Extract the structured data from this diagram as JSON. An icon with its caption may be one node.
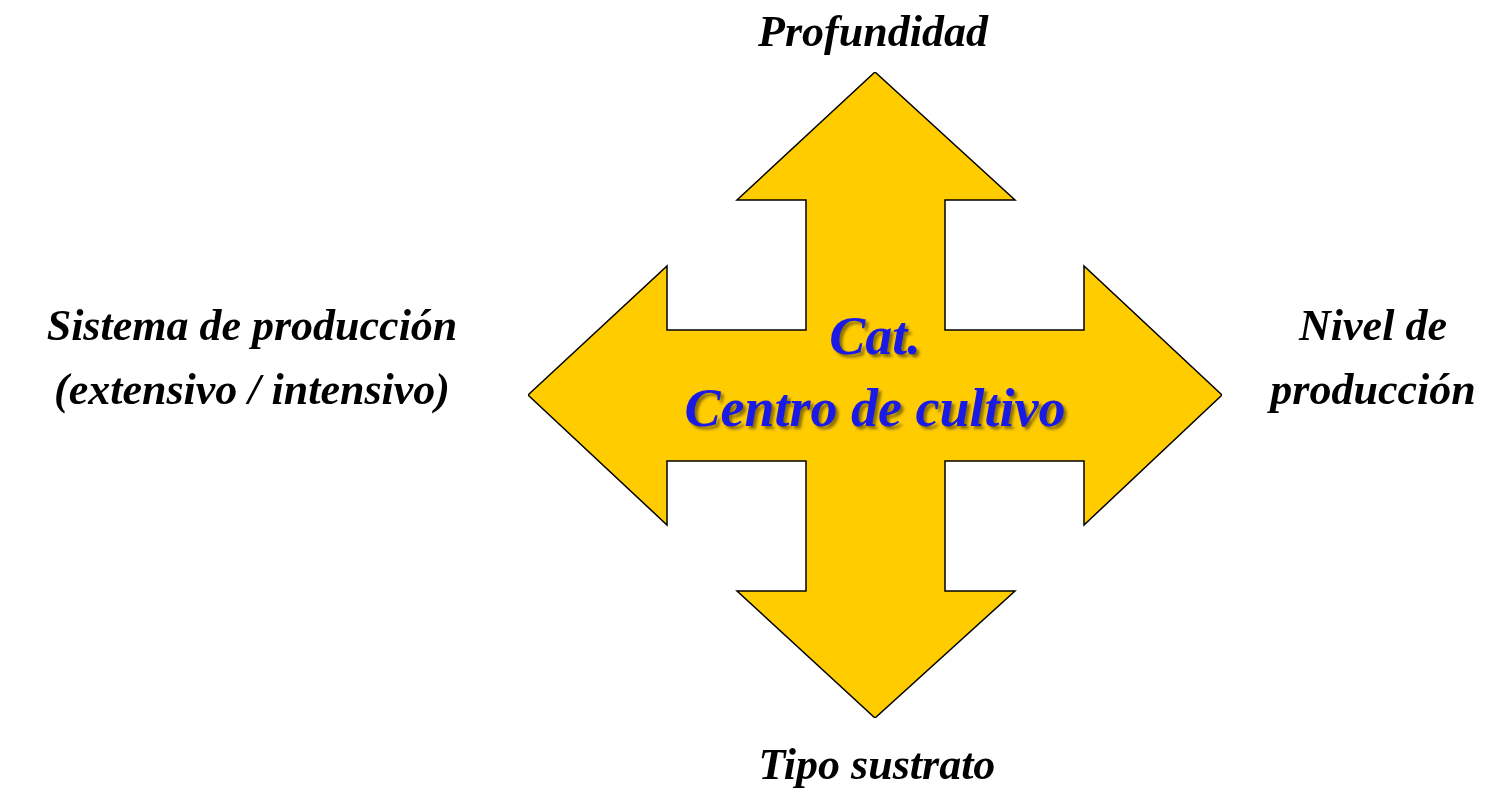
{
  "diagram": {
    "nodes": [
      {
        "text": [
          "Cat.",
          "Centro de cultivo"
        ]
      }
    ],
    "labels": [
      "Profundidad",
      "Sistema de producción (extensivo / intensivo)",
      "Nivel de producción",
      "Tipo sustrato"
    ]
  }
}
